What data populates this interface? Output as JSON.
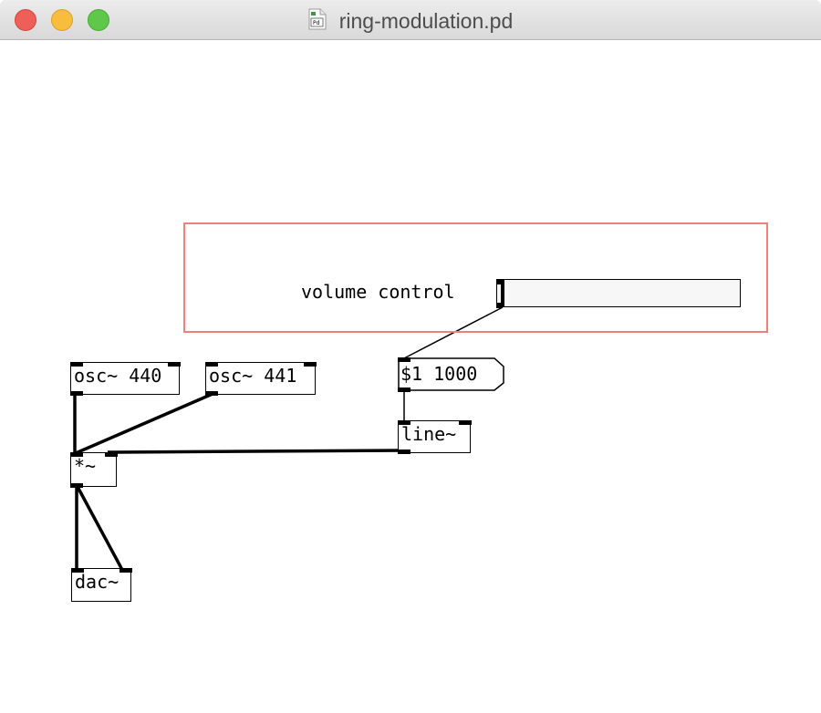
{
  "window": {
    "title": "ring-modulation.pd",
    "icon": "pd-document-icon"
  },
  "patch": {
    "canvas_label": "volume control",
    "slider_value": 0,
    "objects": {
      "osc1": "osc~ 440",
      "osc2": "osc~ 441",
      "multiply": "*~",
      "dac": "dac~",
      "line": "line~"
    },
    "message": "$1 1000"
  },
  "colors": {
    "canvas_border": "#f08080",
    "close": "#ee5f58",
    "minimize": "#f8bd3d",
    "maximize": "#5fc84b"
  }
}
